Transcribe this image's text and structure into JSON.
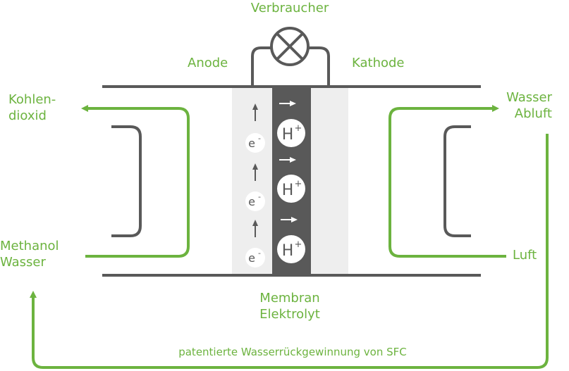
{
  "labels": {
    "load": "Verbraucher",
    "anode": "Anode",
    "cathode": "Kathode",
    "co2_line1": "Kohlen-",
    "co2_line2": "dioxid",
    "out_line1": "Wasser",
    "out_line2": "Abluft",
    "in_line1": "Methanol",
    "in_line2": "Wasser",
    "air": "Luft",
    "membrane_line1": "Membran",
    "membrane_line2": "Elektrolyt",
    "recovery": "patentierte Wasserrückgewinnung von SFC"
  },
  "ions": {
    "proton": "H",
    "proton_charge": "+",
    "electron": "e",
    "electron_charge": "-"
  },
  "colors": {
    "green": "#6cb33f",
    "dark_gray": "#595959",
    "light_gray": "#eeeeee",
    "white": "#ffffff"
  }
}
